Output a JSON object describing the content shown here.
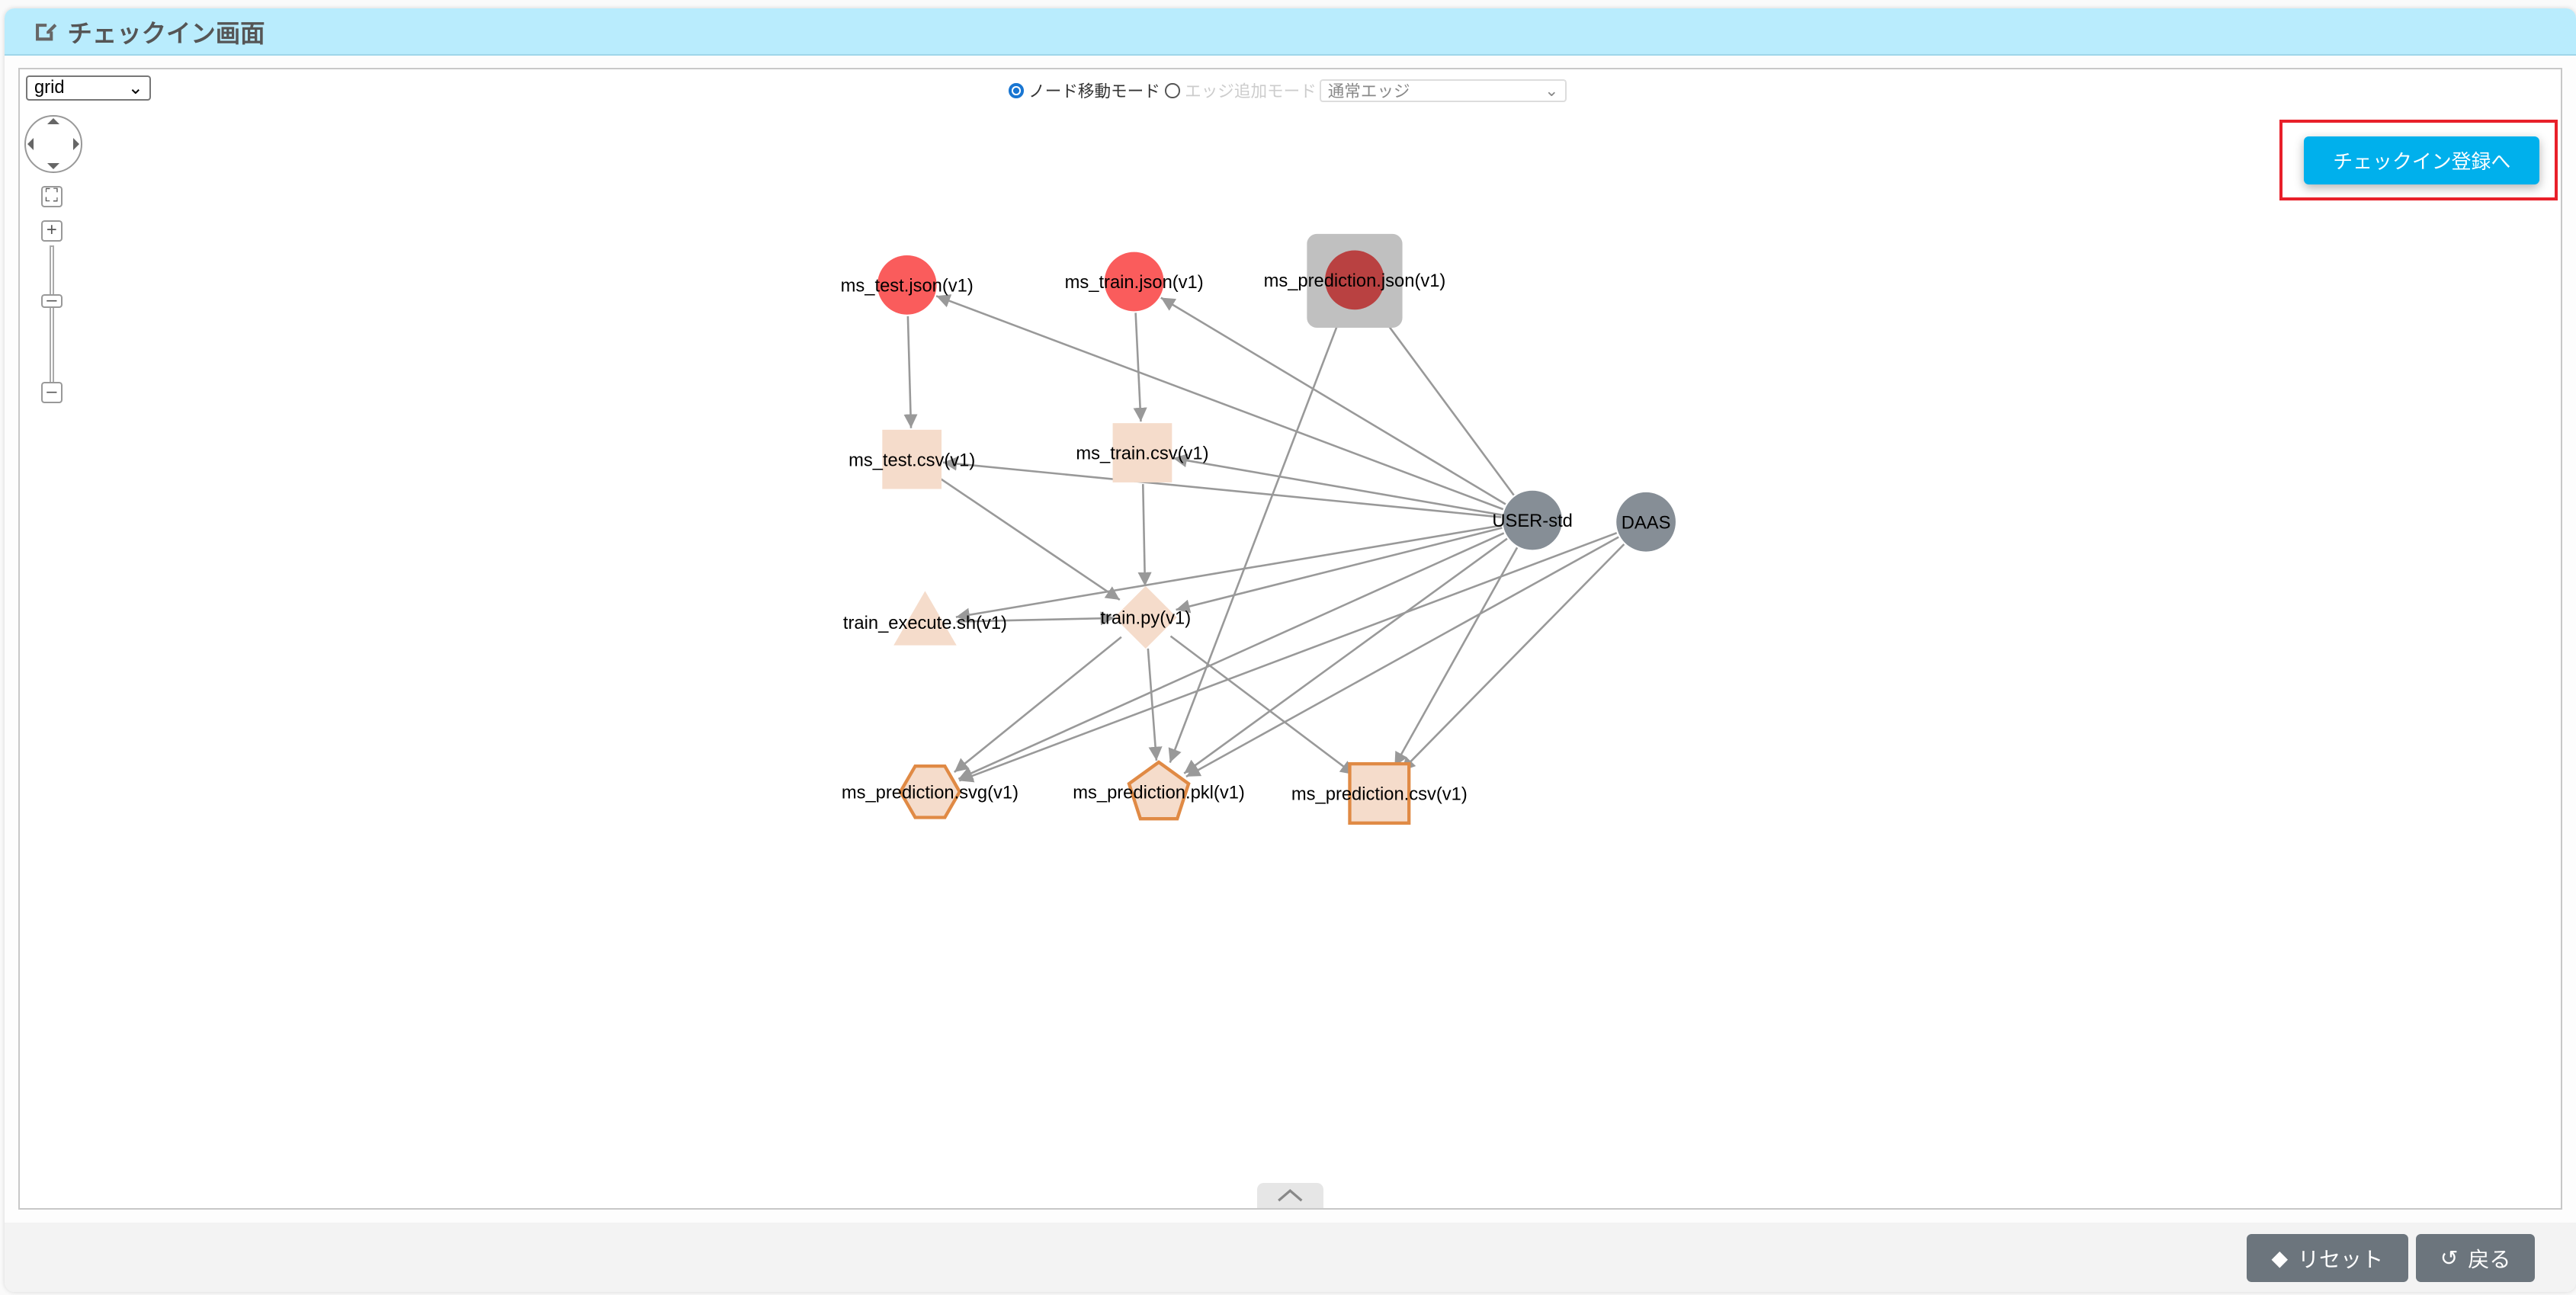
{
  "header": {
    "title": "チェックイン画面",
    "icon": "edit-icon"
  },
  "toolbar": {
    "layout_select": "grid",
    "mode_move": "ノード移動モード",
    "mode_edge": "エッジ追加モード",
    "edge_type_select": "通常エッジ",
    "selected_mode": "move"
  },
  "checkin_button": "チェックイン登録へ",
  "footer": {
    "reset": "リセット",
    "back": "戻る"
  },
  "colors": {
    "header": "#b9ecfd",
    "accent": "#00b0ec",
    "secondary": "#6c757d",
    "data_node": "#fa5c5c",
    "selected_node": "#b94141",
    "file_node": "#f5dccb",
    "output_border": "#e08a45",
    "user_node": "#868e96",
    "edge": "#999999",
    "highlight": "#e8202a"
  },
  "graph": {
    "nodes": [
      {
        "id": "ms_test_json",
        "label": "ms_test.json(v1)",
        "shape": "circle",
        "kind": "data"
      },
      {
        "id": "ms_train_json",
        "label": "ms_train.json(v1)",
        "shape": "circle",
        "kind": "data"
      },
      {
        "id": "ms_prediction_json",
        "label": "ms_prediction.json(v1)",
        "shape": "circle",
        "kind": "selected"
      },
      {
        "id": "ms_test_csv",
        "label": "ms_test.csv(v1)",
        "shape": "square",
        "kind": "file"
      },
      {
        "id": "ms_train_csv",
        "label": "ms_train.csv(v1)",
        "shape": "square",
        "kind": "file"
      },
      {
        "id": "train_execute_sh",
        "label": "train_execute.sh(v1)",
        "shape": "triangle",
        "kind": "file"
      },
      {
        "id": "train_py",
        "label": "train.py(v1)",
        "shape": "diamond",
        "kind": "file"
      },
      {
        "id": "user_std",
        "label": "USER-std",
        "shape": "circle",
        "kind": "user"
      },
      {
        "id": "daas",
        "label": "DAAS",
        "shape": "circle",
        "kind": "user"
      },
      {
        "id": "ms_prediction_svg",
        "label": "ms_prediction.svg(v1)",
        "shape": "hexagon",
        "kind": "output"
      },
      {
        "id": "ms_prediction_pkl",
        "label": "ms_prediction.pkl(v1)",
        "shape": "pentagon",
        "kind": "output"
      },
      {
        "id": "ms_prediction_csv",
        "label": "ms_prediction.csv(v1)",
        "shape": "square",
        "kind": "output"
      }
    ],
    "edges": [
      [
        "ms_test_json",
        "ms_test_csv"
      ],
      [
        "ms_train_json",
        "ms_train_csv"
      ],
      [
        "user_std",
        "ms_test_json"
      ],
      [
        "user_std",
        "ms_train_json"
      ],
      [
        "user_std",
        "ms_prediction_json"
      ],
      [
        "user_std",
        "ms_test_csv"
      ],
      [
        "user_std",
        "ms_train_csv"
      ],
      [
        "user_std",
        "train_execute_sh"
      ],
      [
        "user_std",
        "train_py"
      ],
      [
        "user_std",
        "ms_prediction_svg"
      ],
      [
        "user_std",
        "ms_prediction_pkl"
      ],
      [
        "user_std",
        "ms_prediction_csv"
      ],
      [
        "daas",
        "ms_prediction_svg"
      ],
      [
        "daas",
        "ms_prediction_pkl"
      ],
      [
        "daas",
        "ms_prediction_csv"
      ],
      [
        "ms_test_csv",
        "train_py"
      ],
      [
        "ms_train_csv",
        "train_py"
      ],
      [
        "train_execute_sh",
        "train_py"
      ],
      [
        "train_py",
        "ms_prediction_svg"
      ],
      [
        "train_py",
        "ms_prediction_pkl"
      ],
      [
        "train_py",
        "ms_prediction_csv"
      ],
      [
        "ms_prediction_json",
        "ms_prediction_pkl"
      ]
    ]
  }
}
